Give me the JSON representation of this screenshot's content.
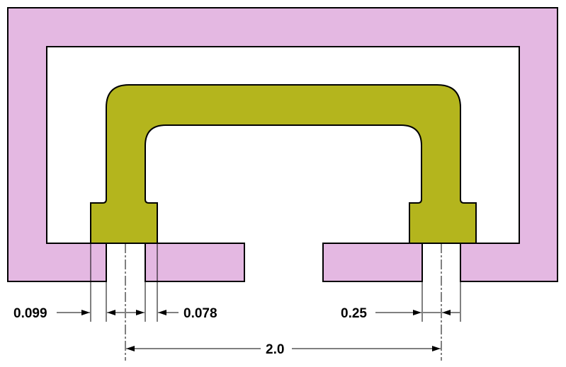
{
  "colors": {
    "core": "#e4b8e2",
    "armature": "#b4b51d",
    "outline": "#000000",
    "background": "#ffffff"
  },
  "dimensions": {
    "left_outer_gap": "0.099",
    "left_inner_gap": "0.078",
    "right_gap": "0.25",
    "center_span": "2.0"
  }
}
